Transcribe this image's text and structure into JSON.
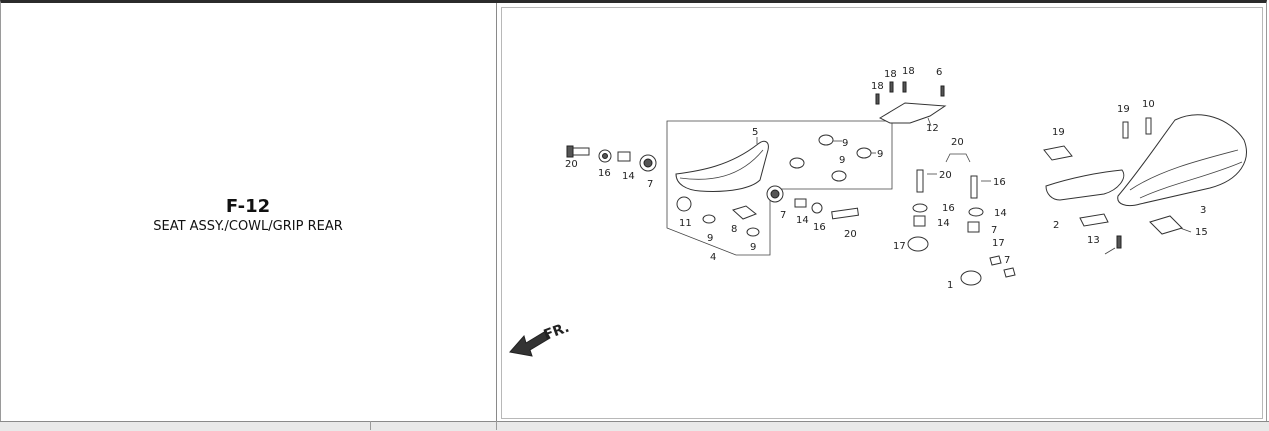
{
  "diagram": {
    "code": "F-12",
    "title": "SEAT ASSY./COWL/GRIP REAR",
    "direction_label": "FR.",
    "callouts": [
      {
        "id": "c20a",
        "text": "20"
      },
      {
        "id": "c16a",
        "text": "16"
      },
      {
        "id": "c14a",
        "text": "14"
      },
      {
        "id": "c7a",
        "text": "7"
      },
      {
        "id": "c5",
        "text": "5"
      },
      {
        "id": "c9a",
        "text": "9"
      },
      {
        "id": "c9b",
        "text": "9"
      },
      {
        "id": "c9c",
        "text": "9"
      },
      {
        "id": "c11",
        "text": "11"
      },
      {
        "id": "c9d",
        "text": "9"
      },
      {
        "id": "c8",
        "text": "8"
      },
      {
        "id": "c9e",
        "text": "9"
      },
      {
        "id": "c4",
        "text": "4"
      },
      {
        "id": "c7b",
        "text": "7"
      },
      {
        "id": "c14b",
        "text": "14"
      },
      {
        "id": "c16b",
        "text": "16"
      },
      {
        "id": "c20b",
        "text": "20"
      },
      {
        "id": "c18a",
        "text": "18"
      },
      {
        "id": "c18b",
        "text": "18"
      },
      {
        "id": "c18c",
        "text": "18"
      },
      {
        "id": "c6",
        "text": "6"
      },
      {
        "id": "c12",
        "text": "12"
      },
      {
        "id": "c20c",
        "text": "20"
      },
      {
        "id": "c20d",
        "text": "20"
      },
      {
        "id": "c16c",
        "text": "16"
      },
      {
        "id": "c16d",
        "text": "16"
      },
      {
        "id": "c14c",
        "text": "14"
      },
      {
        "id": "c14d",
        "text": "14"
      },
      {
        "id": "c7c",
        "text": "7"
      },
      {
        "id": "c17a",
        "text": "17"
      },
      {
        "id": "c17b",
        "text": "17"
      },
      {
        "id": "c7d",
        "text": "7"
      },
      {
        "id": "c1",
        "text": "1"
      },
      {
        "id": "c19a",
        "text": "19"
      },
      {
        "id": "c19b",
        "text": "19"
      },
      {
        "id": "c10",
        "text": "10"
      },
      {
        "id": "c2",
        "text": "2"
      },
      {
        "id": "c13",
        "text": "13"
      },
      {
        "id": "c3",
        "text": "3"
      },
      {
        "id": "c15",
        "text": "15"
      }
    ]
  }
}
